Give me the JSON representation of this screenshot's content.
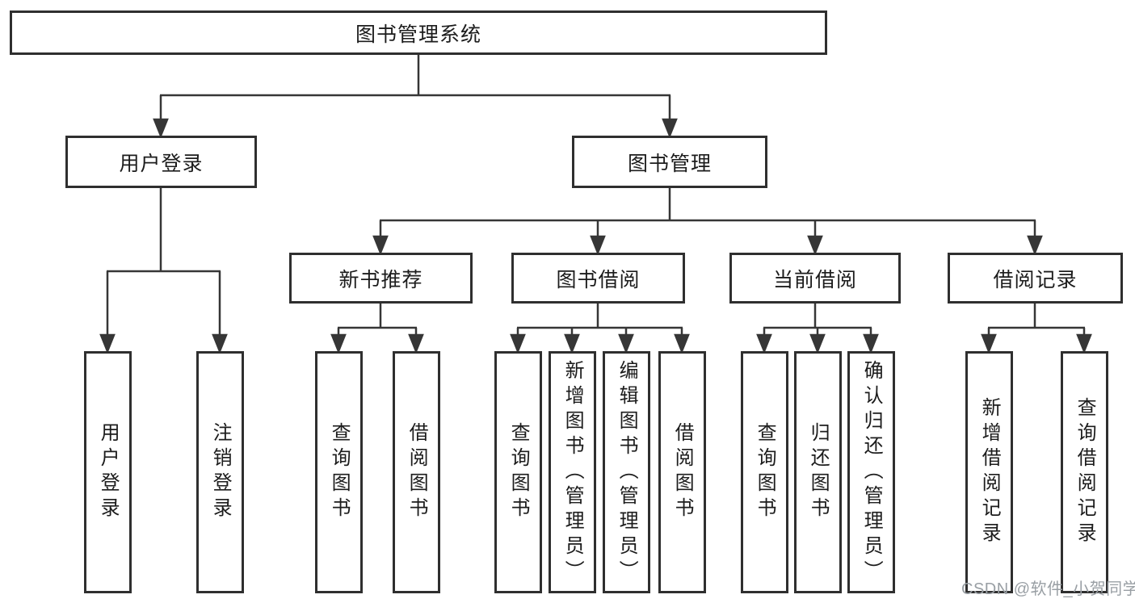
{
  "diagram": {
    "root": {
      "label": "图书管理系统"
    },
    "branches": [
      {
        "label": "用户登录",
        "children": [
          {
            "label": "用户登录"
          },
          {
            "label": "注销登录"
          }
        ]
      },
      {
        "label": "图书管理",
        "children": [
          {
            "label": "新书推荐",
            "children": [
              {
                "label": "查询图书"
              },
              {
                "label": "借阅图书"
              }
            ]
          },
          {
            "label": "图书借阅",
            "children": [
              {
                "label": "查询图书"
              },
              {
                "label": "新增图书（管理员）"
              },
              {
                "label": "编辑图书（管理员）"
              },
              {
                "label": "借阅图书"
              }
            ]
          },
          {
            "label": "当前借阅",
            "children": [
              {
                "label": "查询图书"
              },
              {
                "label": "归还图书"
              },
              {
                "label": "确认归还（管理员）"
              }
            ]
          },
          {
            "label": "借阅记录",
            "children": [
              {
                "label": "新增借阅记录"
              },
              {
                "label": "查询借阅记录"
              }
            ]
          }
        ]
      }
    ]
  },
  "watermark": {
    "text": "CSDN @软件_小贺同学"
  },
  "colors": {
    "line": "#363636",
    "box_border": "#2f2f2f",
    "text": "#1c1c1c",
    "watermark": "#999fa4",
    "background": "#ffffff"
  }
}
